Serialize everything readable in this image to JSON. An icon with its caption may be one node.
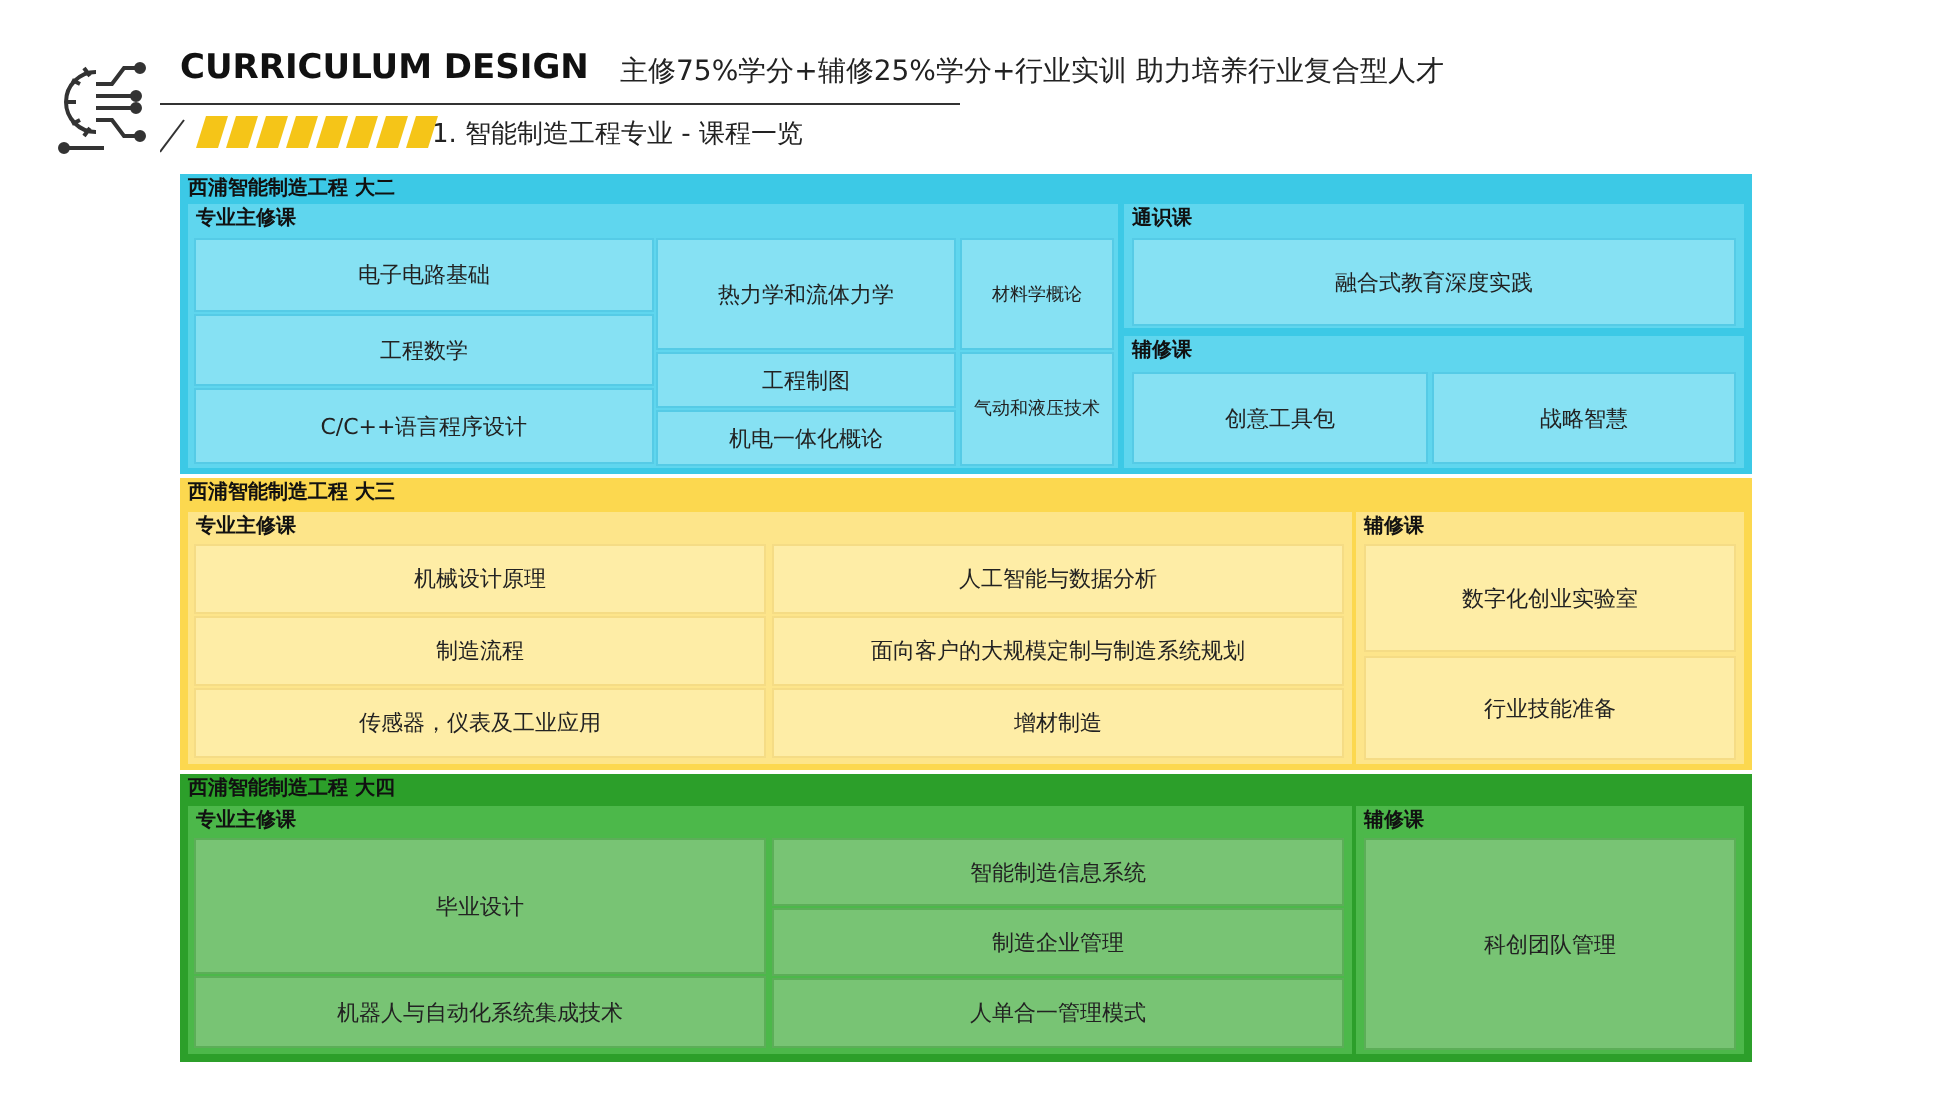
{
  "diagram": {
    "title": "CURRICULUM DESIGN",
    "nodes": [
      {
        "text": [
          "西浦智能制造工程 大二"
        ]
      },
      {
        "text": [
          "专业主修课"
        ],
        "in": 0
      },
      {
        "text": [
          "电子电路基础"
        ],
        "in": 1
      },
      {
        "text": [
          "工程数学"
        ],
        "in": 1
      },
      {
        "text": [
          "C/C++语言程序设计"
        ],
        "in": 1
      },
      {
        "text": [
          "热力学和流体力学"
        ],
        "in": 1
      },
      {
        "text": [
          "工程制图"
        ],
        "in": 1
      },
      {
        "text": [
          "机电一体化概论"
        ],
        "in": 1
      },
      {
        "text": [
          "材料学概论"
        ],
        "in": 1
      },
      {
        "text": [
          "气动和液压技术"
        ],
        "in": 1
      },
      {
        "text": [
          "通识课"
        ],
        "in": 0
      },
      {
        "text": [
          "融合式教育深度实践"
        ],
        "in": 10
      },
      {
        "text": [
          "辅修课"
        ],
        "in": 0
      },
      {
        "text": [
          "创意工具包"
        ],
        "in": 12
      },
      {
        "text": [
          "战略智慧"
        ],
        "in": 12
      },
      {
        "text": [
          "西浦智能制造工程 大三"
        ]
      },
      {
        "text": [
          "专业主修课"
        ],
        "in": 15
      },
      {
        "text": [
          "机械设计原理"
        ],
        "in": 16
      },
      {
        "text": [
          "制造流程"
        ],
        "in": 16
      },
      {
        "text": [
          "传感器，仪表及工业应用"
        ],
        "in": 16
      },
      {
        "text": [
          "人工智能与数据分析"
        ],
        "in": 16
      },
      {
        "text": [
          "面向客户的大规模定制与制造系统规划"
        ],
        "in": 16
      },
      {
        "text": [
          "增材制造"
        ],
        "in": 16
      },
      {
        "text": [
          "辅修课"
        ],
        "in": 15
      },
      {
        "text": [
          "数字化创业实验室"
        ],
        "in": 23
      },
      {
        "text": [
          "行业技能准备"
        ],
        "in": 23
      },
      {
        "text": [
          "西浦智能制造工程 大四"
        ]
      },
      {
        "text": [
          "专业主修课"
        ],
        "in": 26
      },
      {
        "text": [
          "毕业设计"
        ],
        "in": 27
      },
      {
        "text": [
          "机器人与自动化系统集成技术"
        ],
        "in": 27
      },
      {
        "text": [
          "智能制造信息系统"
        ],
        "in": 27
      },
      {
        "text": [
          "制造企业管理"
        ],
        "in": 27
      },
      {
        "text": [
          "人单合一管理模式"
        ],
        "in": 27
      },
      {
        "text": [
          "辅修课"
        ],
        "in": 26
      },
      {
        "text": [
          "科创团队管理"
        ],
        "in": 33
      }
    ],
    "labels": [
      "主修75%学分+辅修25%学分+行业实训 助力培养行业复合型人才",
      "1. 智能制造工程专业 - 课程一览"
    ]
  }
}
